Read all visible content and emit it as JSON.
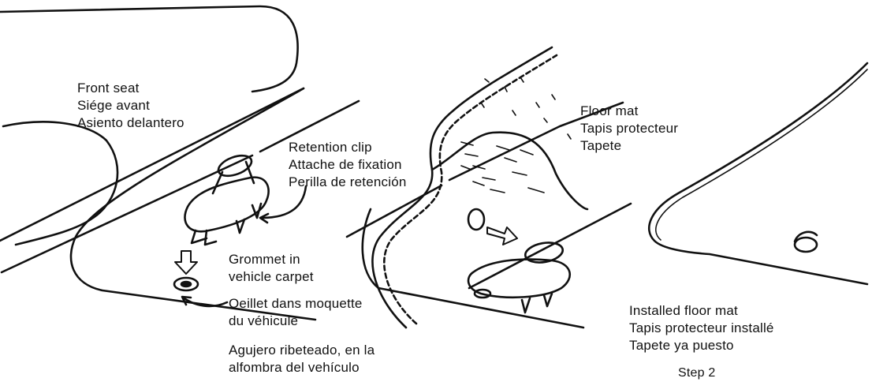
{
  "labels": {
    "front_seat": [
      "Front seat",
      "Siége avant",
      "Asiento delantero"
    ],
    "retention_clip": [
      "Retention clip",
      "Attache de fixation",
      "Perilla de retención"
    ],
    "grommet": [
      "Grommet in",
      "vehicle carpet"
    ],
    "oeillet": [
      "Oeillet dans moquette",
      "du véhicule"
    ],
    "agujero": [
      "Agujero ribeteado, en la",
      "alfombra del vehículo"
    ],
    "floor_mat": [
      "Floor mat",
      "Tapis protecteur",
      "Tapete"
    ],
    "installed": [
      "Installed floor mat",
      "Tapis protecteur installé",
      "Tapete ya puesto"
    ],
    "step": "Step 2"
  }
}
